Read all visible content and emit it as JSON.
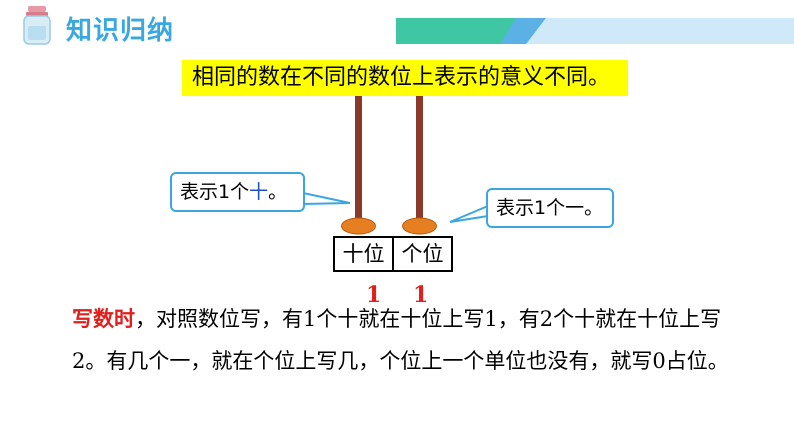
{
  "header": {
    "title": "知识归纳",
    "bar_colors": [
      "#3fc6a3",
      "#5bb0e6",
      "#cfe9f8"
    ]
  },
  "rule": {
    "text": "相同的数在不同的数位上表示的意义不同。"
  },
  "callouts": {
    "left": {
      "prefix": "表示1个",
      "highlight": "十",
      "suffix": "。"
    },
    "right": {
      "text": "表示1个一。"
    }
  },
  "place_table": {
    "tens_label": "十位",
    "ones_label": "个位"
  },
  "digits": {
    "tens": "1",
    "ones": "1"
  },
  "paragraph": {
    "lead": "写数时",
    "body": "，对照数位写，有1个十就在十位上写1，有2个十就在十位上写2。有几个一，就在个位上写几，个位上一个单位也没有，就写0占位。"
  },
  "colors": {
    "accent_blue": "#3aa7e0",
    "highlight_yellow": "#ffff00",
    "red": "#e0201c",
    "bead": "#e67e22",
    "rod": "#8b3a2a"
  }
}
